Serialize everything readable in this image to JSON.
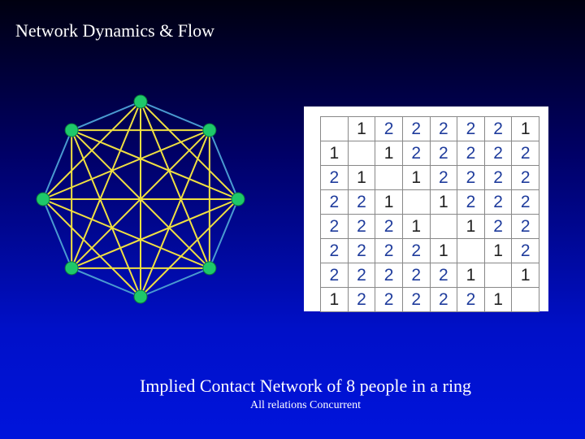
{
  "slide": {
    "title": "Network Dynamics & Flow",
    "caption": "Implied Contact Network of 8 people in a ring",
    "subcaption": "All relations Concurrent"
  },
  "network": {
    "node_count": 8,
    "ring_edges": [
      [
        0,
        1
      ],
      [
        1,
        2
      ],
      [
        2,
        3
      ],
      [
        3,
        4
      ],
      [
        4,
        5
      ],
      [
        5,
        6
      ],
      [
        6,
        7
      ],
      [
        7,
        0
      ]
    ],
    "implied_edges": "all pairs",
    "colors": {
      "node": "#1ec86a",
      "node_outline": "#0a7a3a",
      "ring_edge": "#4a9ad0",
      "implied_edge": "#f0e040"
    }
  },
  "matrix": {
    "rows": [
      [
        "",
        "1",
        "2",
        "2",
        "2",
        "2",
        "2",
        "1"
      ],
      [
        "1",
        "",
        "1",
        "2",
        "2",
        "2",
        "2",
        "2"
      ],
      [
        "2",
        "1",
        "",
        "1",
        "2",
        "2",
        "2",
        "2"
      ],
      [
        "2",
        "2",
        "1",
        "",
        "1",
        "2",
        "2",
        "2"
      ],
      [
        "2",
        "2",
        "2",
        "1",
        "",
        "1",
        "2",
        "2"
      ],
      [
        "2",
        "2",
        "2",
        "2",
        "1",
        "",
        "1",
        "2"
      ],
      [
        "2",
        "2",
        "2",
        "2",
        "2",
        "1",
        "",
        "1"
      ],
      [
        "1",
        "2",
        "2",
        "2",
        "2",
        "2",
        "1",
        ""
      ]
    ]
  }
}
